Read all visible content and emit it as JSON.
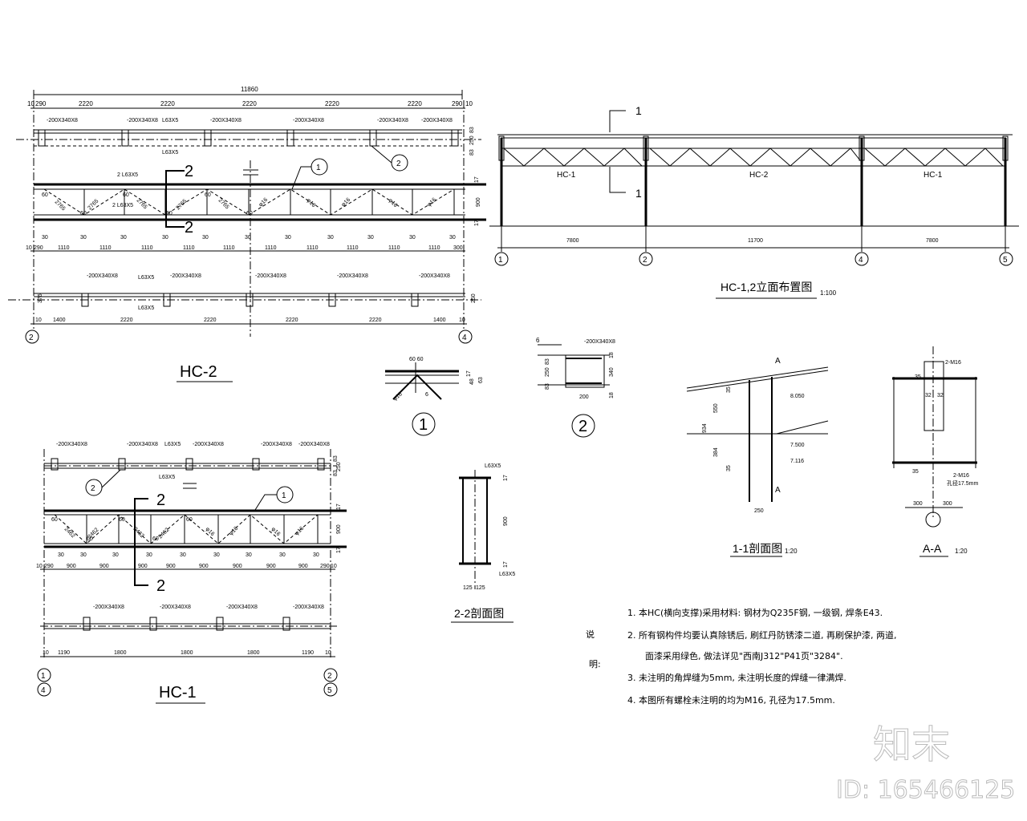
{
  "hc2_plan": {
    "overall": "11860",
    "top_dims": [
      "10",
      "290",
      "2220",
      "2220",
      "2220",
      "2220",
      "2220",
      "290",
      "10"
    ],
    "plates": [
      "-200X340X8",
      "-200X340X8",
      "-200X340X8",
      "-200X340X8",
      "-200X340X8",
      "-200X340X8"
    ],
    "angle_top": "L63X5",
    "angle_bot": "L63X5",
    "right_dims": [
      "83",
      "250",
      "83"
    ],
    "callout1": "1",
    "callout2": "2"
  },
  "hc2_elev": {
    "chord_top": "2 L63X5",
    "chord_bot": "2 L63X5",
    "section_mark": "2",
    "diag_lengths": [
      "2765",
      "2765",
      "2765",
      "2765",
      "2765"
    ],
    "diag_rods": [
      "φ16",
      "φ16",
      "φ16",
      "φ16",
      "φ16"
    ],
    "gap": "60",
    "height": "900",
    "flange": "17",
    "bolt_offset": "30",
    "bottom_dims": [
      "10",
      "290",
      "1110",
      "1110",
      "1110",
      "1110",
      "1110",
      "1110",
      "1110",
      "1110",
      "1110",
      "1110",
      "300"
    ]
  },
  "hc2_bottom": {
    "plates": [
      "-200X340X8",
      "-200X340X8",
      "-200X340X8",
      "-200X340X8",
      "-200X340X8"
    ],
    "angle_top": "L63X5",
    "angle_bot": "L63X5",
    "left_dim": "376",
    "right_dim": "250",
    "dims": [
      "10",
      "1400",
      "2220",
      "2220",
      "2220",
      "2220",
      "1400",
      "10"
    ],
    "axis_left": "2",
    "axis_right": "4",
    "title": "HC-2"
  },
  "elevation": {
    "section_mark": "1",
    "panels": [
      "HC-1",
      "HC-2",
      "HC-1"
    ],
    "spans": [
      "7800",
      "11700",
      "7800"
    ],
    "axes": [
      "1",
      "2",
      "4",
      "5"
    ],
    "title": "HC-1,2立面布置图",
    "scale": "1:100"
  },
  "detail1": {
    "top_dim": "60 60",
    "dims": [
      "17",
      "48",
      "63"
    ],
    "rod": "φ16",
    "weld": "6",
    "label": "1"
  },
  "detail2": {
    "weld": "6",
    "plate": "-200X340X8",
    "left_dims": [
      "83",
      "250",
      "83"
    ],
    "right_dims": [
      "18",
      "340",
      "18"
    ],
    "width": "200",
    "label": "2"
  },
  "section22": {
    "angle_top": "L63X5",
    "angle_bot": "L63X5",
    "dims": [
      "17",
      "900",
      "17"
    ],
    "width_dims": [
      "125",
      "125"
    ],
    "title": "2-2剖面图"
  },
  "section11": {
    "mark": "A",
    "elev_top": "8.050",
    "elev_mid": "7.500",
    "elev_bot": "7.116",
    "dims": [
      "934",
      "550",
      "384",
      "35",
      "35"
    ],
    "width": "250",
    "title": "1-1剖面图",
    "scale": "1:20"
  },
  "sectionAA": {
    "bolt_top": "2-M16",
    "bolt_bot": "2-M16",
    "hole": "孔径17.5mm",
    "dims": [
      "32",
      "32",
      "35",
      "35"
    ],
    "width_dims": [
      "300",
      "300"
    ],
    "title": "A-A",
    "scale": "1:20"
  },
  "hc1_plan": {
    "plates": [
      "-200X340X8",
      "-200X340X8",
      "-200X340X8",
      "-200X340X8",
      "-200X340X8"
    ],
    "angle_top": "L63X5",
    "angle_bot": "L63X5",
    "right_dims": [
      "83",
      "250",
      "83"
    ],
    "callout1": "1",
    "callout2": "2"
  },
  "hc1_elev": {
    "section_mark": "2",
    "diag_lengths": [
      "2462",
      "2462",
      "2462",
      "2462"
    ],
    "diag_rods": [
      "φ16",
      "φ16",
      "φ16",
      "φ16"
    ],
    "gap": "60",
    "height": "900",
    "flange": "17",
    "bolt_offset": "30",
    "bottom_dims": [
      "10",
      "290",
      "900",
      "900",
      "900",
      "900",
      "900",
      "900",
      "900",
      "900",
      "290",
      "10"
    ]
  },
  "hc1_bottom": {
    "plates": [
      "-200X340X8",
      "-200X340X8",
      "-200X340X8",
      "-200X340X8"
    ],
    "dims": [
      "10",
      "1190",
      "1800",
      "1800",
      "1800",
      "1190",
      "10"
    ],
    "axes_left": [
      "1",
      "4"
    ],
    "axes_right": [
      "2",
      "5"
    ],
    "title": "HC-1"
  },
  "notes": {
    "heading_1": "说",
    "heading_2": "明:",
    "items": [
      "1.  本HC(横向支撑)采用材料: 钢材为Q235F钢, 一级钢, 焊条E43.",
      "2.  所有钢构件均要认真除锈后, 刷红丹防锈漆二道, 再刷保护漆, 两道,",
      "面漆采用绿色, 做法详见\"西南J312\"P41页\"3284\".",
      "3.  未注明的角焊缝为5mm, 未注明长度的焊缝一律满焊.",
      "4.  本图所有螺栓未注明的均为M16, 孔径为17.5mm."
    ]
  },
  "watermark": {
    "brand": "知末",
    "id": "ID: 165466125"
  }
}
